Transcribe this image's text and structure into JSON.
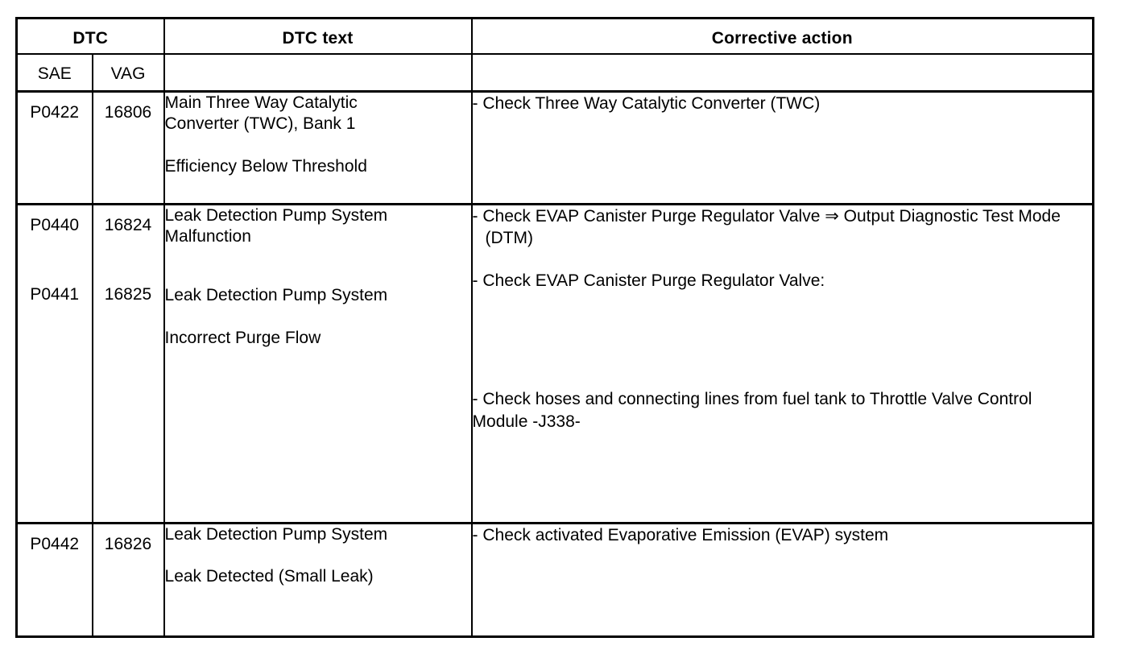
{
  "document": {
    "type": "dtc-table",
    "background": "#ffffff",
    "text_color": "#000000"
  },
  "table": {
    "headers": {
      "group_dtc": "DTC",
      "sub_sae": "SAE",
      "sub_vag": "VAG",
      "dtc_text": "DTC text",
      "corrective_action": "Corrective action"
    },
    "rows": [
      {
        "codes": [
          {
            "sae": "P0422",
            "vag": "16806"
          }
        ],
        "dtc_text": [
          "Main Three Way Catalytic",
          "Converter (TWC), Bank 1",
          "Efficiency Below Threshold"
        ],
        "corrective_action": [
          "- Check Three Way Catalytic Converter (TWC)"
        ]
      },
      {
        "codes": [
          {
            "sae": "P0440",
            "vag": "16824"
          },
          {
            "sae": "P0441",
            "vag": "16825"
          }
        ],
        "dtc_text": [
          "Leak Detection Pump System",
          "Malfunction",
          "Leak Detection Pump System",
          "Incorrect Purge Flow"
        ],
        "corrective_action": [
          "- Check EVAP Canister Purge Regulator Valve ⇒ Output Diagnostic Test Mode (DTM)",
          "- Check EVAP Canister Purge Regulator Valve:",
          "- Check hoses and connecting lines from fuel tank to Throttle Valve Control Module -J338-"
        ]
      },
      {
        "codes": [
          {
            "sae": "P0442",
            "vag": "16826"
          }
        ],
        "dtc_text": [
          "Leak Detection Pump System",
          "Leak Detected (Small Leak)"
        ],
        "corrective_action": [
          "- Check activated Evaporative Emission (EVAP) system"
        ]
      }
    ]
  }
}
